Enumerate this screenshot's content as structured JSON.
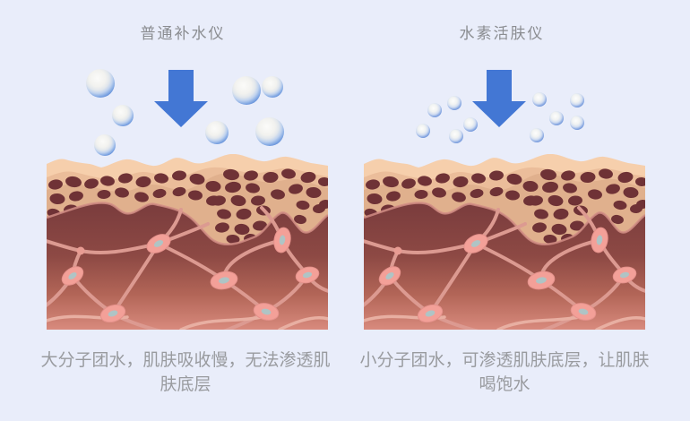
{
  "page": {
    "background_color": "#E9EDFA",
    "description_names": {
      "left": "ordinary-hydrating-device-panel",
      "right": "hydrogen-skin-device-panel"
    }
  },
  "left_panel": {
    "title": "普通补水仪",
    "caption": "大分子团水，肌肤吸收慢，无法渗透肌肤底层"
  },
  "right_panel": {
    "title": "水素活肤仪",
    "caption": "小分子团水，可渗透肌肤底层，让肌肤喝饱水"
  },
  "colors": {
    "background": "#E9EDFA",
    "arrow_blue": "#4377D4",
    "bubble_rim_blue": "#3E6CC7",
    "title_gray": "#8B8D91",
    "caption_gray": "#999B9F",
    "skin_epidermis_light": "#F6CFAC",
    "skin_epidermis_mid": "#EBBD9A",
    "skin_tan": "#E0B08D",
    "skin_oval_cell_dark": "#6F3236",
    "skin_dermis_dark": "#7A3C3D",
    "skin_dermis_light": "#D88A7D",
    "fiber_pink": "#DC9A91",
    "cell_pink": "#F3A098",
    "cell_nucleus_gray": "#AFC4C5"
  },
  "bubbles": {
    "left": {
      "name": "large-water-cluster-bubbles",
      "points": [
        [
          137,
          129,
          12
        ],
        [
          117,
          162,
          12
        ],
        [
          304,
          97,
          12
        ],
        [
          112,
          93,
          16
        ],
        [
          275,
          101,
          16
        ],
        [
          242,
          148,
          13
        ],
        [
          301,
          147,
          16
        ]
      ]
    },
    "right": {
      "name": "small-water-cluster-bubbles",
      "points": [
        [
          485,
          123,
          8
        ],
        [
          507,
          115,
          8
        ],
        [
          472,
          146,
          8
        ],
        [
          509,
          152,
          8
        ],
        [
          525,
          139,
          8
        ],
        [
          602,
          111,
          8
        ],
        [
          644,
          112,
          8
        ],
        [
          621,
          132,
          8
        ],
        [
          644,
          137,
          8
        ],
        [
          599,
          151,
          8
        ]
      ]
    }
  }
}
